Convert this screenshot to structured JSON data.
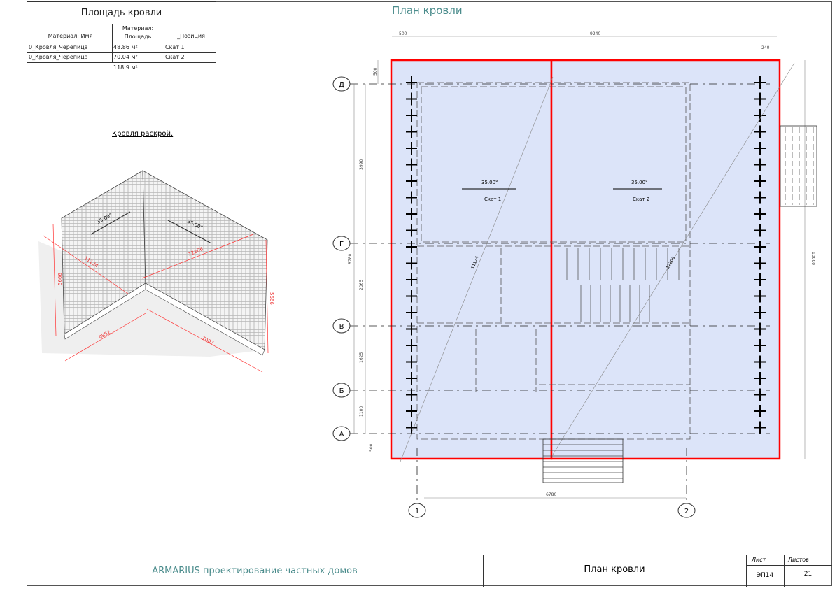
{
  "schedule": {
    "title": "Площадь кровли",
    "headers": [
      "Материал: Имя",
      "Материал: Площадь",
      "_Позиция"
    ],
    "rows": [
      [
        "0_Кровля_Черепица",
        "48.86 м²",
        "Скат 1"
      ],
      [
        "0_Кровля_Черепица",
        "70.04 м²",
        "Скат 2"
      ]
    ],
    "total": "118.9 м²"
  },
  "iso": {
    "title": "Кровля раскрой.",
    "slope1": "35.00°",
    "slope2": "35.00°",
    "diag1": "11124",
    "diag2": "12206",
    "h_left": "5666",
    "h_right": "5666",
    "base_left": "4852",
    "base_right": "7007"
  },
  "plan": {
    "title": "План кровли",
    "axes_rows": [
      "Д",
      "Г",
      "В",
      "Б",
      "А"
    ],
    "axes_cols": [
      "1",
      "2"
    ],
    "dims": {
      "top_left": "500",
      "top_total": "9240",
      "top_right": "240",
      "left_top": "500",
      "left_1": "3990",
      "left_total": "8780",
      "left_2": "2065",
      "left_3": "1625",
      "left_4": "1100",
      "left_bottom": "500",
      "right_total": "10000",
      "bottom": "6780"
    },
    "slopes": [
      {
        "angle": "35.00°",
        "name": "Скат 1",
        "diag": "11124"
      },
      {
        "angle": "35.00°",
        "name": "Скат 2",
        "diag": "12206"
      }
    ],
    "colors": {
      "outline": "#ff0000",
      "fill": "#dce4f9"
    }
  },
  "titleblock": {
    "company": "ARMARIUS проектирование частных домов",
    "sheet_name": "План кровли",
    "sheet_label": "Лист",
    "sheets_label": "Листов",
    "sheet": "ЭП14",
    "sheets": "21"
  }
}
